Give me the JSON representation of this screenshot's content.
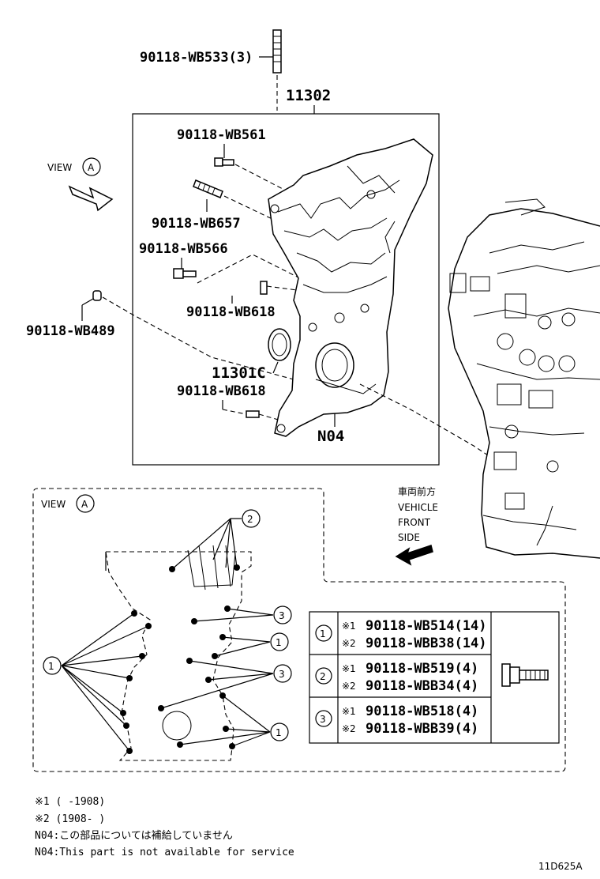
{
  "parts": {
    "stud_top": "90118-WB533(3)",
    "assembly": "11302",
    "bolt_561": "90118-WB561",
    "stud_657": "90118-WB657",
    "bolt_566": "90118-WB566",
    "bolt_618_a": "90118-WB618",
    "bolt_489": "90118-WB489",
    "seal": "11301C",
    "bolt_618_b": "90118-WB618",
    "cover": "N04"
  },
  "view_label": "VIEW",
  "view_letter": "A",
  "direction": {
    "jp": "車両前方",
    "line1": "VEHICLE",
    "line2": "FRONT",
    "line3": "SIDE"
  },
  "callouts": {
    "c1": "1",
    "c2": "2",
    "c3": "3"
  },
  "table": {
    "rows": [
      {
        "num": "1",
        "m1": "※1",
        "p1": "90118-WB514(14)",
        "m2": "※2",
        "p2": "90118-WBB38(14)"
      },
      {
        "num": "2",
        "m1": "※1",
        "p1": "90118-WB519(4)",
        "m2": "※2",
        "p2": "90118-WBB34(4)"
      },
      {
        "num": "3",
        "m1": "※1",
        "p1": "90118-WB518(4)",
        "m2": "※2",
        "p2": "90118-WBB39(4)"
      }
    ]
  },
  "notes": {
    "n1": "※1 (     -1908)",
    "n2": "※2 (1908-     )",
    "n3": "N04:この部品については補給していません",
    "n4": "N04:This part is not available for service"
  },
  "figure_id": "11D625A"
}
